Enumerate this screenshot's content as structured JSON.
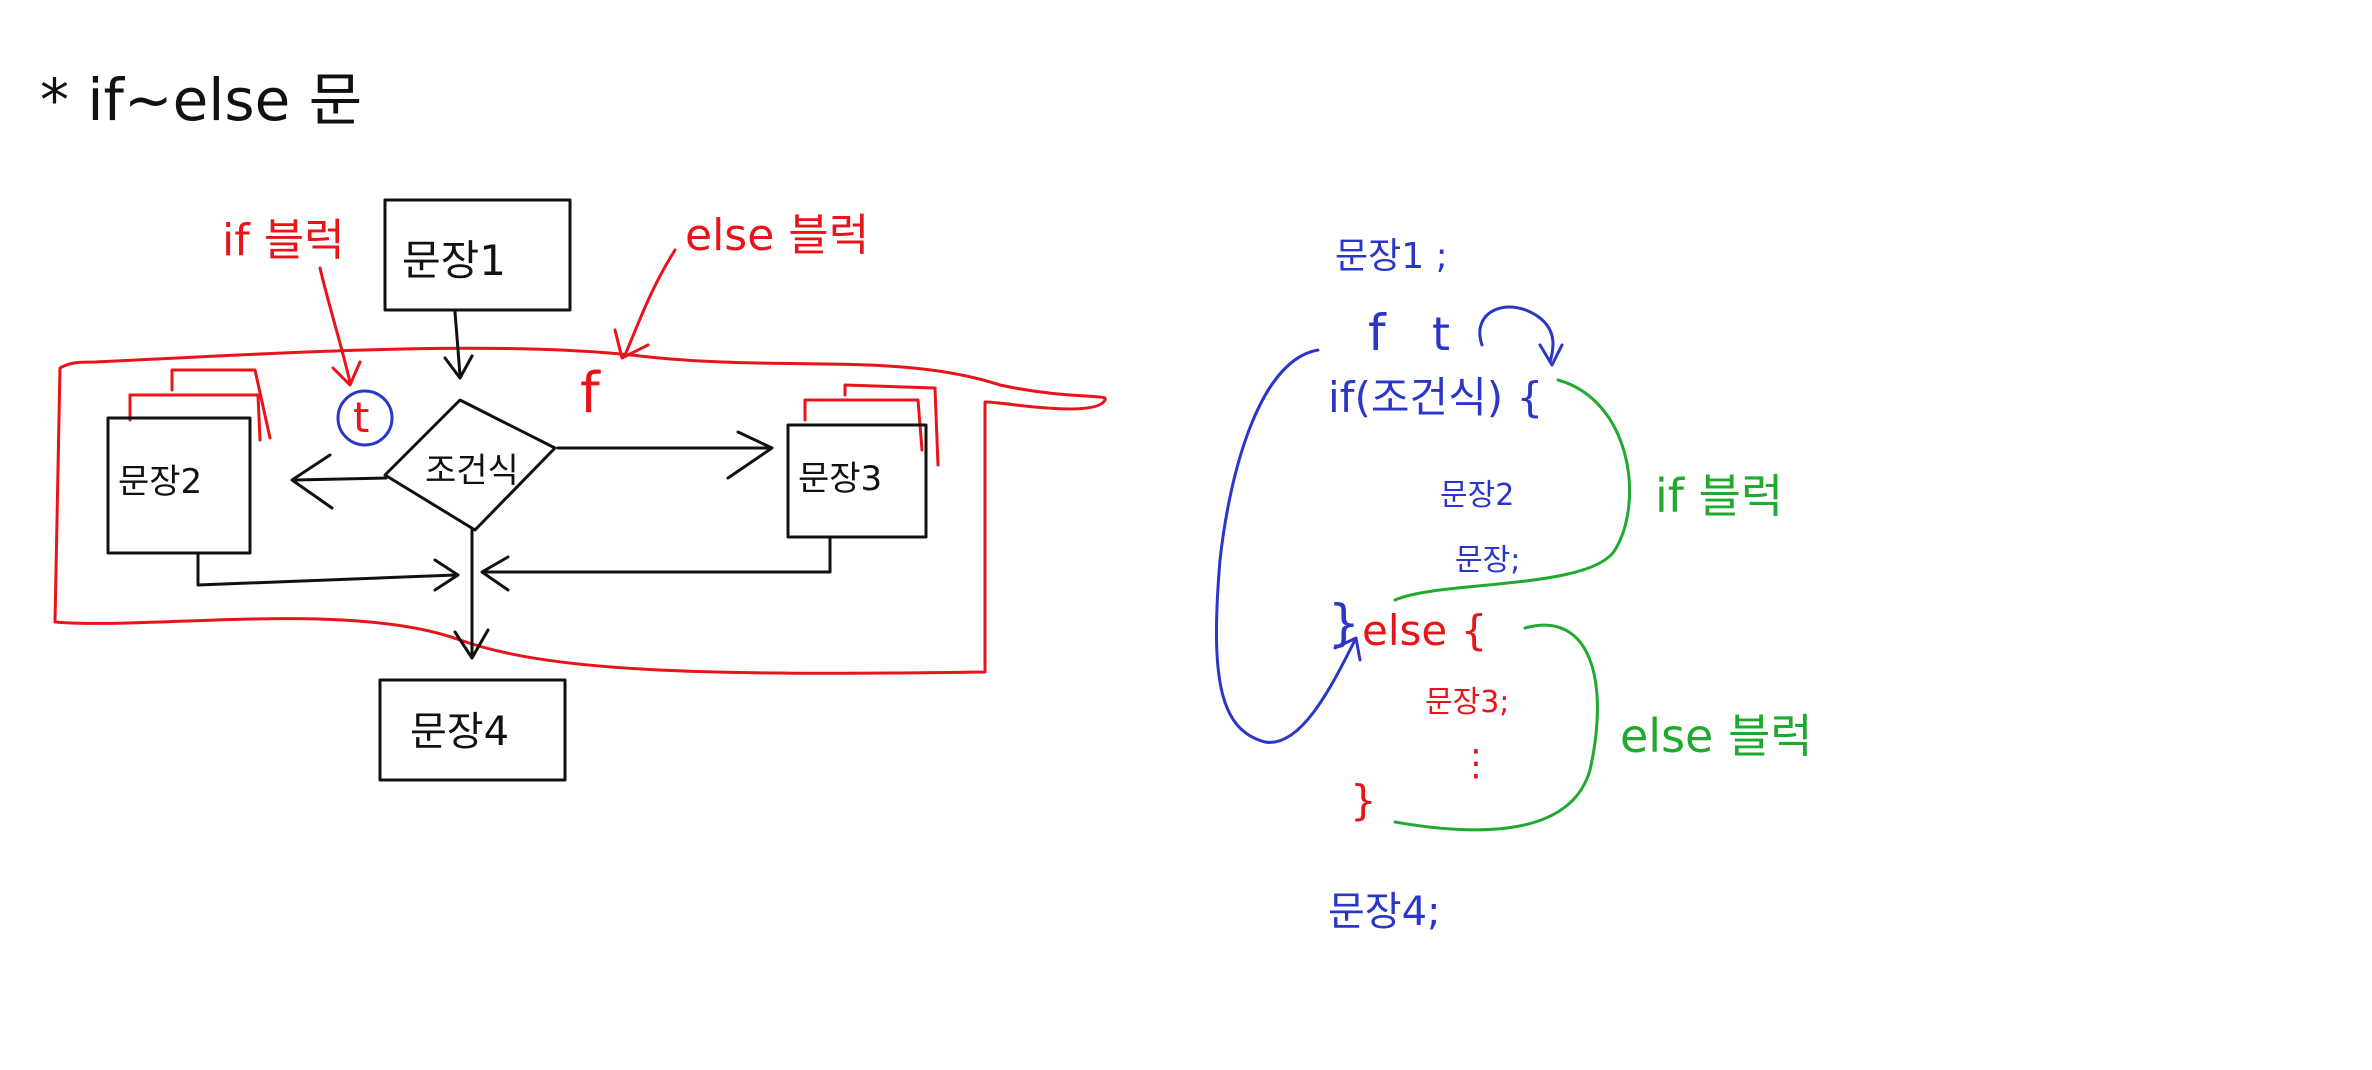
{
  "title": "* if~else 문",
  "colors": {
    "black": "#111111",
    "red": "#e8141a",
    "blue": "#2a36c8",
    "green": "#1faa2e"
  },
  "flowchart": {
    "statement1": "문장1",
    "condition": "조건식",
    "statement2": "문장2",
    "statement3": "문장3",
    "statement4": "문장4",
    "true_mark": "t",
    "false_mark": "f",
    "if_block_label": "if 블럭",
    "else_block_label": "else 블럭"
  },
  "code": {
    "line1": "문장1 ;",
    "f_mark": "f",
    "t_mark": "t",
    "if_line": "if(조건식) {",
    "stmt2": "문장2",
    "stmt_dots": "문장;",
    "else_close": "}",
    "else_word": "else {",
    "stmt3": "문장3;",
    "dots": "⋮",
    "close_brace": "}",
    "stmt4": "문장4;",
    "if_block_label": "if 블럭",
    "else_block_label": "else 블럭"
  }
}
